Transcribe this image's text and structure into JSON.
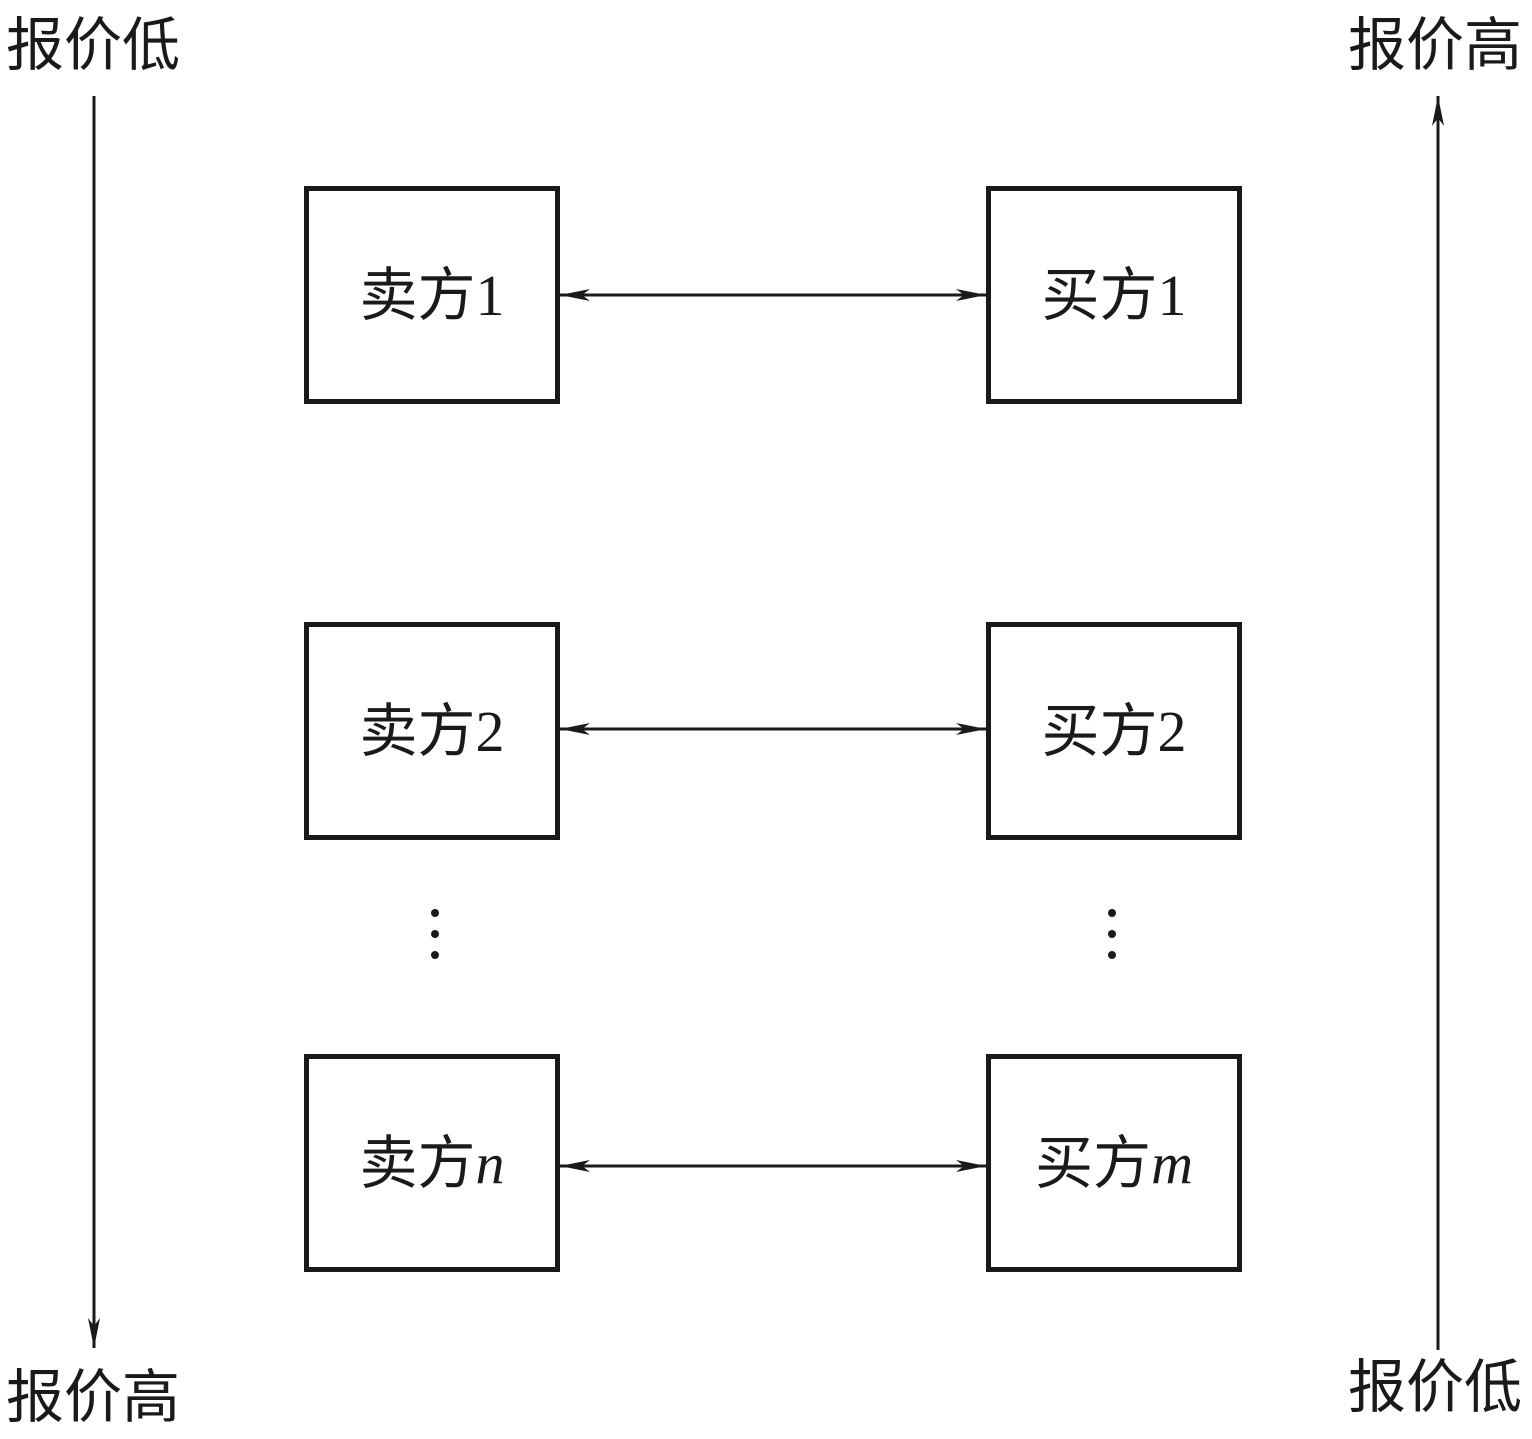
{
  "left_axis": {
    "top_label": "报价低",
    "bottom_label": "报价高"
  },
  "right_axis": {
    "top_label": "报价高",
    "bottom_label": "报价低"
  },
  "sellers": [
    {
      "name": "卖方",
      "suffix": "1"
    },
    {
      "name": "卖方",
      "suffix": "2"
    },
    {
      "name": "卖方",
      "suffix": "n"
    }
  ],
  "buyers": [
    {
      "name": "买方",
      "suffix": "1"
    },
    {
      "name": "买方",
      "suffix": "2"
    },
    {
      "name": "买方",
      "suffix": "m"
    }
  ]
}
